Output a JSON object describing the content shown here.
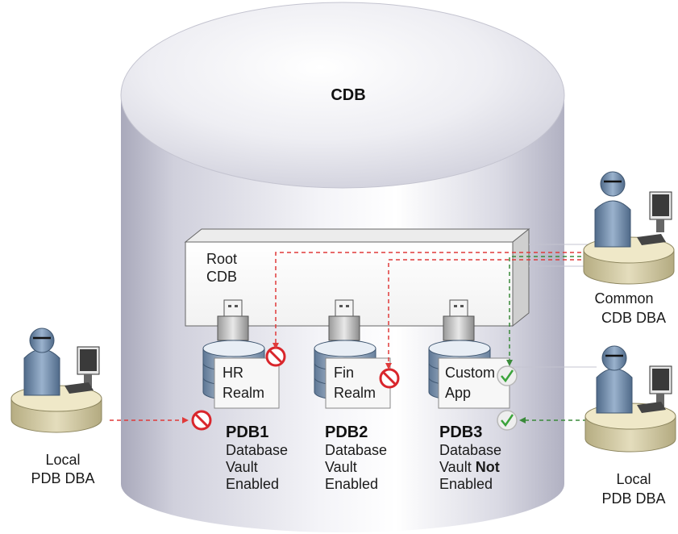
{
  "cdb": {
    "title": "CDB"
  },
  "root": {
    "line1": "Root",
    "line2": "CDB"
  },
  "pdbs": [
    {
      "name": "PDB1",
      "box_line1": "HR",
      "box_line2": "Realm",
      "desc1": "Database",
      "desc2": "Vault",
      "desc3": "Enabled",
      "desc3_bold": "",
      "desc4": ""
    },
    {
      "name": "PDB2",
      "box_line1": "Fin",
      "box_line2": "Realm",
      "desc1": "Database",
      "desc2": "Vault",
      "desc3": "Enabled",
      "desc3_bold": "",
      "desc4": ""
    },
    {
      "name": "PDB3",
      "box_line1": "Custom",
      "box_line2": "App",
      "desc1": "Database",
      "desc2": "Vault",
      "desc3": "",
      "desc3_bold": "Not",
      "desc4": "Enabled"
    }
  ],
  "users": {
    "common": {
      "line1": "Common",
      "line2": "CDB DBA"
    },
    "local_left": {
      "line1": "Local",
      "line2": "PDB DBA"
    },
    "local_right": {
      "line1": "Local",
      "line2": "PDB DBA"
    }
  },
  "colors": {
    "deny_arrow": "#e03a3a",
    "allow_arrow": "#3a8a3a",
    "deny_icon": "#d9262c",
    "allow_icon": "#3aa33a"
  },
  "icons": [
    "database-icon",
    "usb-plug-icon",
    "prohibited-icon",
    "checkmark-icon",
    "user-at-workstation-icon"
  ]
}
